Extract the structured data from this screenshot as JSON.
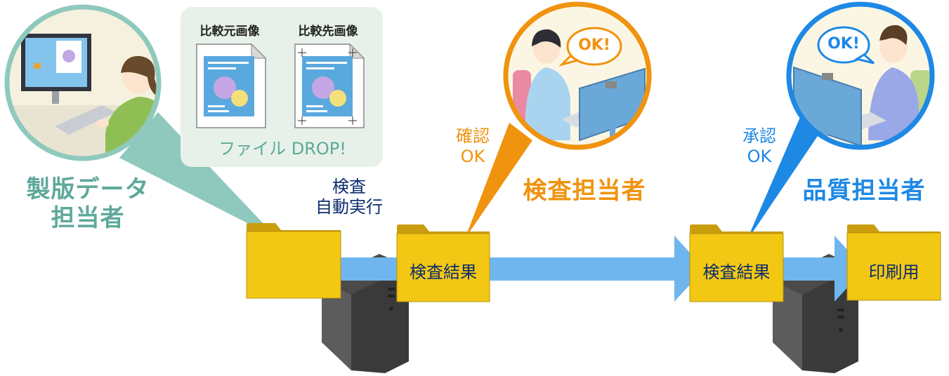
{
  "roles": {
    "prepress": "製版データ\n担当者",
    "inspector": "検査担当者",
    "quality": "品質担当者"
  },
  "compare_box": {
    "source_label": "比較元画像",
    "target_label": "比較先画像",
    "drop_label": "ファイル DROP!"
  },
  "process": {
    "auto_run": "検査\n自動実行",
    "confirm": "確認\nOK",
    "approve": "承認\nOK"
  },
  "folders": {
    "result_1": "検査結果",
    "result_2": "検査結果",
    "print": "印刷用"
  },
  "bubbles": {
    "inspector_ok": "OK!",
    "quality_ok": "OK!"
  },
  "colors": {
    "teal": "#5ea99a",
    "orange": "#f0930e",
    "blue": "#1e88e5",
    "navy": "#0d2c6e",
    "folder": "#f2c814",
    "arrow": "#6fb6ef"
  }
}
